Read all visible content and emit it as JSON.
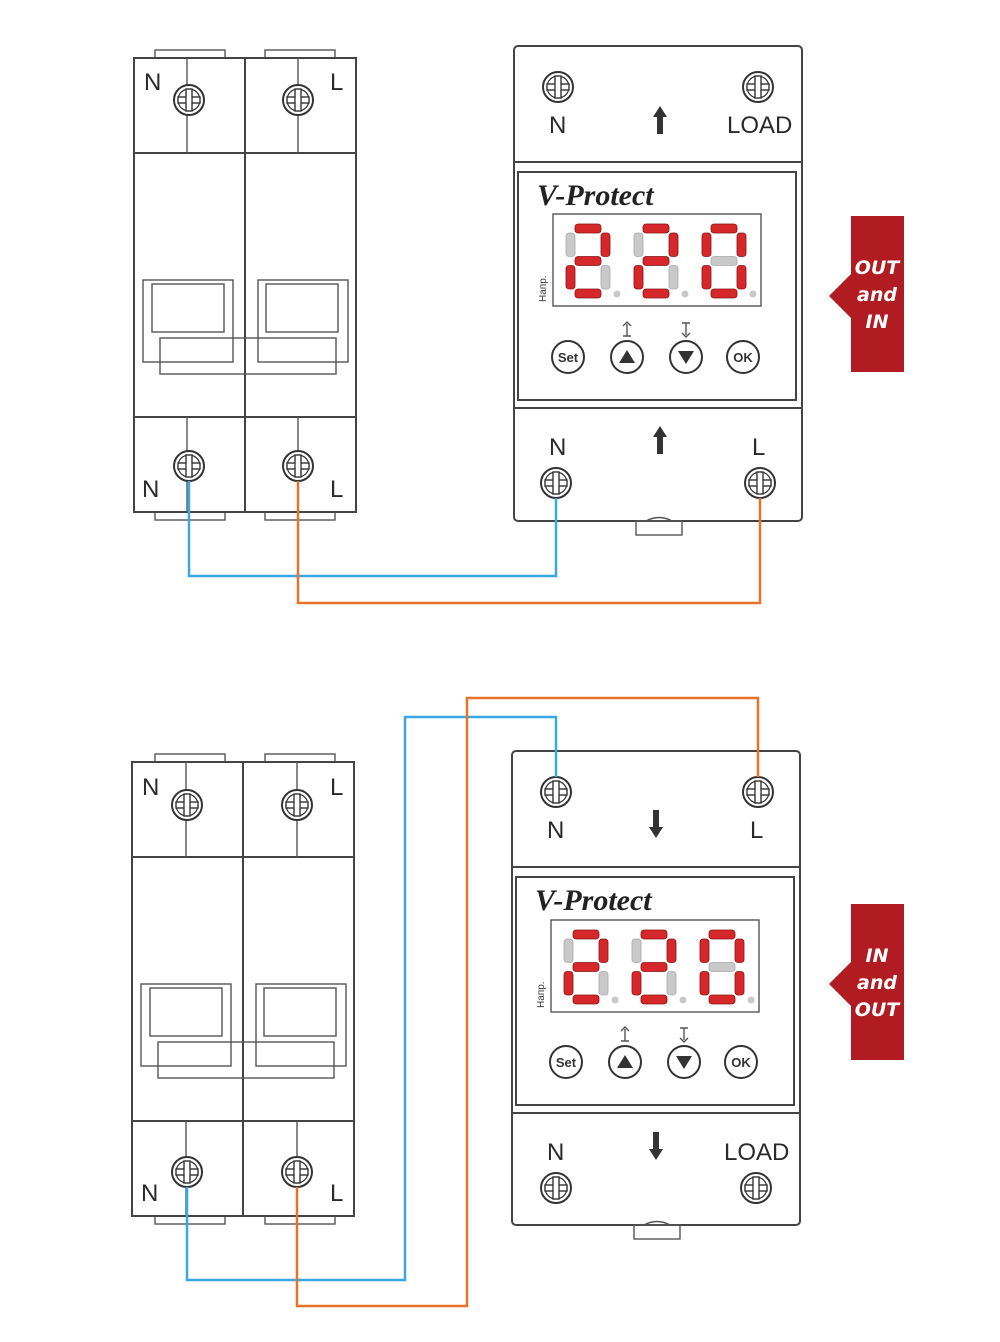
{
  "colors": {
    "neutral_wire": "#3aa7e0",
    "live_wire": "#e8722a",
    "tag_background": "#b01c22",
    "segment_lit": "#d6282a",
    "segment_dim": "#c9c9c9"
  },
  "diagrams": [
    {
      "breaker": {
        "top_left": "N",
        "top_right": "L",
        "bottom_left": "N",
        "bottom_right": "L"
      },
      "device": {
        "brand": "V-Protect",
        "display_value": "220",
        "side_label": "Напр.",
        "buttons": [
          "Set",
          "OK"
        ],
        "up_arrow_icon": "arrow-up-icon",
        "down_arrow_icon": "arrow-down-icon",
        "top_left": "N",
        "top_right": "LOAD",
        "bottom_left": "N",
        "bottom_right": "L",
        "flow_direction": "up"
      },
      "tag": {
        "line1": "OUT",
        "line2": "and",
        "line3": "IN"
      }
    },
    {
      "breaker": {
        "top_left": "N",
        "top_right": "L",
        "bottom_left": "N",
        "bottom_right": "L"
      },
      "device": {
        "brand": "V-Protect",
        "display_value": "220",
        "side_label": "Напр.",
        "buttons": [
          "Set",
          "OK"
        ],
        "up_arrow_icon": "arrow-up-icon",
        "down_arrow_icon": "arrow-down-icon",
        "top_left": "N",
        "top_right": "L",
        "bottom_left": "N",
        "bottom_right": "LOAD",
        "flow_direction": "down"
      },
      "tag": {
        "line1": "IN",
        "line2": "and",
        "line3": "OUT"
      }
    }
  ]
}
